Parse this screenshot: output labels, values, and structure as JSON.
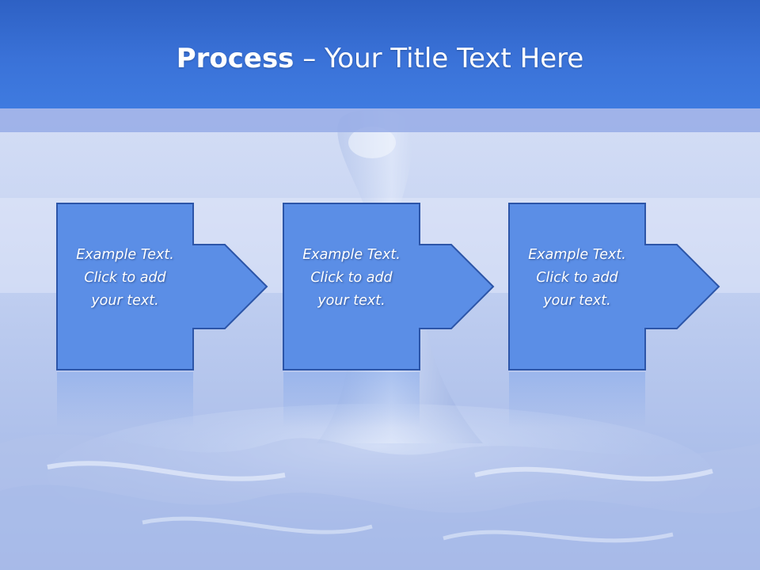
{
  "slide": {
    "title_bold": "Process",
    "title_rest": " – Your Title Text Here"
  },
  "colors": {
    "header": "#3a72d8",
    "box_fill": "#5b8ee6",
    "box_stroke": "#2c55a8",
    "text": "#ffffff",
    "background": "#c9d6f2"
  },
  "steps": [
    {
      "lines": [
        "Example Text.",
        "Click  to add",
        "your text."
      ]
    },
    {
      "lines": [
        "Example Text.",
        "Click  to add",
        "your text."
      ]
    },
    {
      "lines": [
        "Example Text.",
        "Click  to add",
        "your text."
      ]
    }
  ]
}
